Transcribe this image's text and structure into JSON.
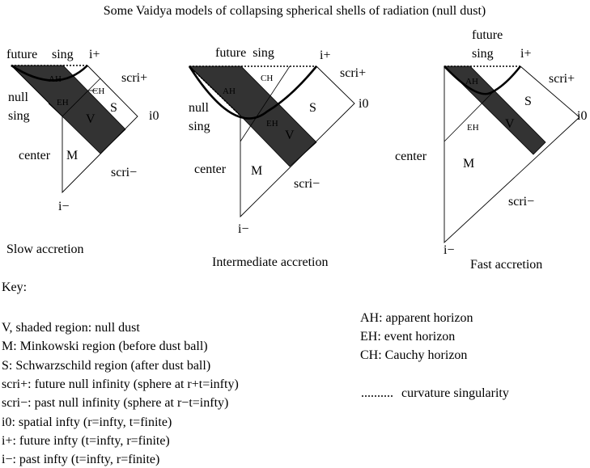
{
  "title": "Some Vaidya models of collapsing spherical shells of radiation (null dust)",
  "colors": {
    "shaded": "#333333",
    "line": "#000000",
    "background": "#ffffff"
  },
  "diagrams": [
    {
      "caption": "Slow accretion",
      "labels": {
        "future": "future",
        "sing_top": "sing",
        "iplus": "i+",
        "null": "null",
        "sing": "sing",
        "scri_plus": "scri+",
        "i0": "i0",
        "S": "S",
        "V": "V",
        "CH": "CH",
        "EH": "EH",
        "AH": "AH",
        "center": "center",
        "M": "M",
        "scri_minus": "scri−",
        "iminus": "i−"
      }
    },
    {
      "caption": "Intermediate accretion",
      "labels": {
        "future_sing": "future  sing",
        "iplus": "i+",
        "null": "null",
        "sing": "sing",
        "scri_plus": "scri+",
        "i0": "i0",
        "S": "S",
        "V": "V",
        "CH": "CH",
        "EH": "EH",
        "AH": "AH",
        "center": "center",
        "M": "M",
        "scri_minus": "scri−",
        "iminus": "i−"
      }
    },
    {
      "caption": "Fast accretion",
      "labels": {
        "future": "future",
        "sing_top": "sing",
        "iplus": "i+",
        "scri_plus": "scri+",
        "i0": "i0",
        "S": "S",
        "V": "V",
        "EH": "EH",
        "AH": "AH",
        "center": "center",
        "M": "M",
        "scri_minus": "scri−",
        "iminus": "i−"
      }
    }
  ],
  "key": {
    "heading": "Key:",
    "left": [
      "V, shaded region: null dust",
      "M: Minkowski region (before dust ball)",
      "S: Schwarzschild region (after dust ball)",
      "scri+: future null infinity (sphere at r+t=infty)",
      "scri−: past null infinity (sphere at r−t=infty)",
      "i0: spatial infty (r=infty, t=finite)",
      "i+: future infty (t=infty, r=finite)",
      "i−: past infty (t=infty, r=finite)"
    ],
    "right": [
      "AH: apparent horizon",
      "EH: event horizon",
      "CH: Cauchy horizon"
    ],
    "singularity": "curvature singularity"
  }
}
